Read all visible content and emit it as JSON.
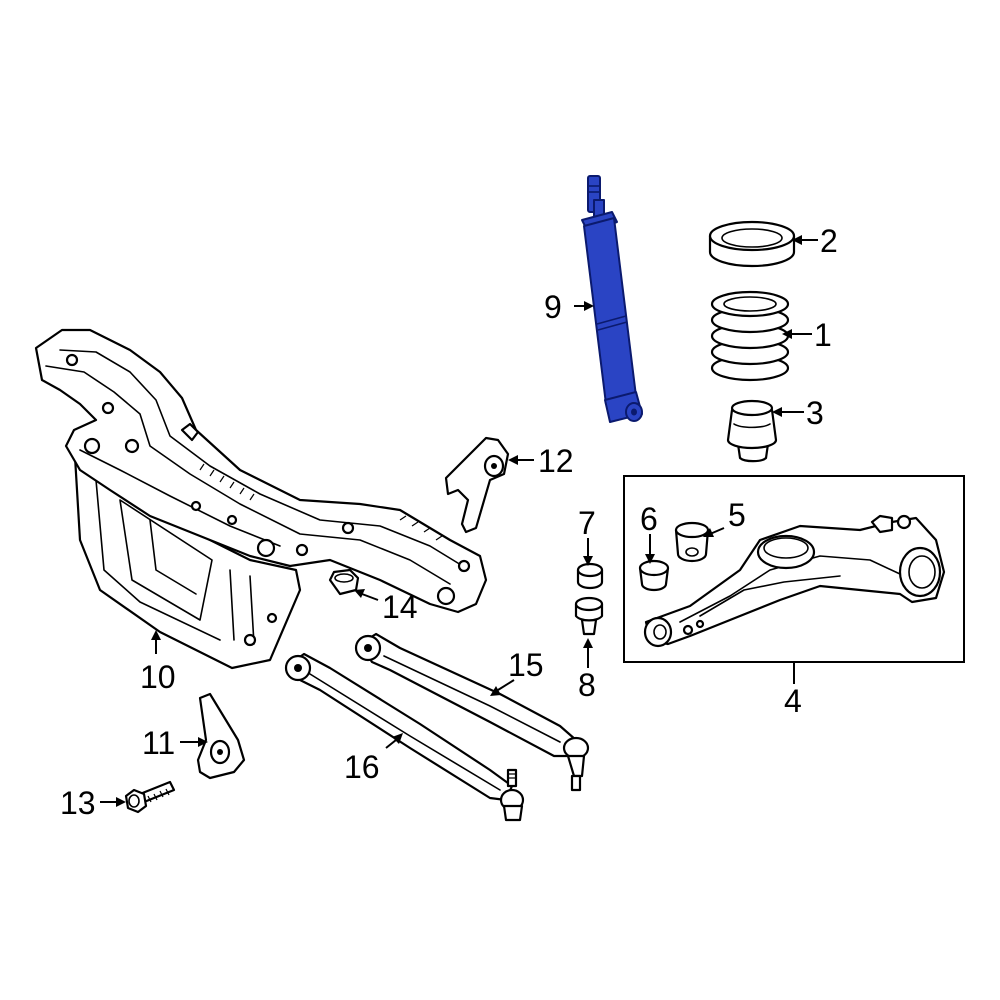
{
  "highlight_color": "#2a44c4",
  "callouts": {
    "c1": "1",
    "c2": "2",
    "c3": "3",
    "c4": "4",
    "c5": "5",
    "c6": "6",
    "c7": "7",
    "c8": "8",
    "c9": "9",
    "c10": "10",
    "c11": "11",
    "c12": "12",
    "c13": "13",
    "c14": "14",
    "c15": "15",
    "c16": "16"
  }
}
